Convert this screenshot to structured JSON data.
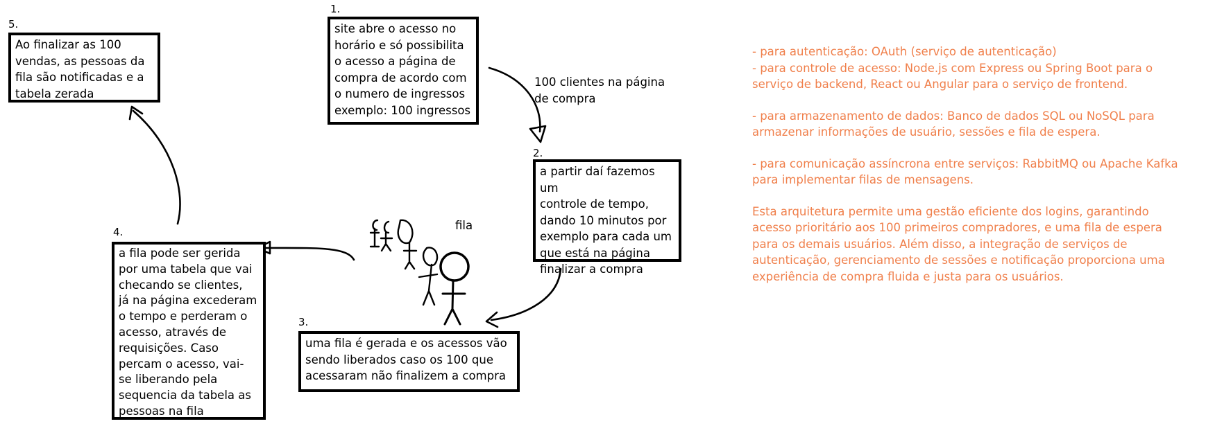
{
  "steps": {
    "step1": {
      "number": "1.",
      "text": "site abre o acesso no\nhorário e só possibilita\no acesso a página de\ncompra de acordo com\no numero de ingressos\nexemplo: 100 ingressos"
    },
    "step2": {
      "number": "2.",
      "text": "a partir daí fazemos um\ncontrole de tempo,\ndando 10 minutos por\nexemplo para cada um\nque está na página\nfinalizar a compra"
    },
    "step3": {
      "number": "3.",
      "text": "uma fila é gerada e os acessos vão\nsendo liberados caso os 100 que\nacessaram não finalizem a compra"
    },
    "step4": {
      "number": "4.",
      "text": "a fila pode ser gerida\npor uma tabela que vai\nchecando se clientes,\njá na página excederam\no tempo e perderam o\nacesso, através de\nrequisições. Caso\npercam o acesso, vai-\nse liberando pela\nsequencia da tabela as\npessoas na fila"
    },
    "step5": {
      "number": "5.",
      "text": "Ao finalizar as 100\nvendas, as pessoas da\nfila são notificadas e a\ntabela zerada"
    }
  },
  "labels": {
    "clients_on_page": "100 clientes na página\nde compra",
    "queue": "fila"
  },
  "notes": {
    "color": "#f0804c",
    "paragraphs": [
      {
        "lines": [
          "- para autenticação: OAuth (serviço de autenticação)",
          "- para controle de acesso: Node.js com Express ou Spring Boot para o",
          "serviço de backend, React ou Angular para o serviço de frontend."
        ]
      },
      {
        "lines": [
          "- para armazenamento de dados: Banco de dados SQL ou NoSQL para",
          "armazenar informações de usuário, sessões e fila de espera."
        ]
      },
      {
        "lines": [
          "- para comunicação assíncrona entre serviços: RabbitMQ ou Apache Kafka",
          "para implementar filas de mensagens."
        ]
      },
      {
        "lines": [
          "Esta arquitetura permite uma gestão eficiente dos logins, garantindo",
          "acesso prioritário aos 100 primeiros compradores, e uma fila de espera",
          "para os demais usuários. Além disso, a integração de serviços de",
          "autenticação, gerenciamento de sessões e notificação proporciona uma",
          "experiência de compra fluida e justa para os usuários."
        ]
      }
    ]
  }
}
